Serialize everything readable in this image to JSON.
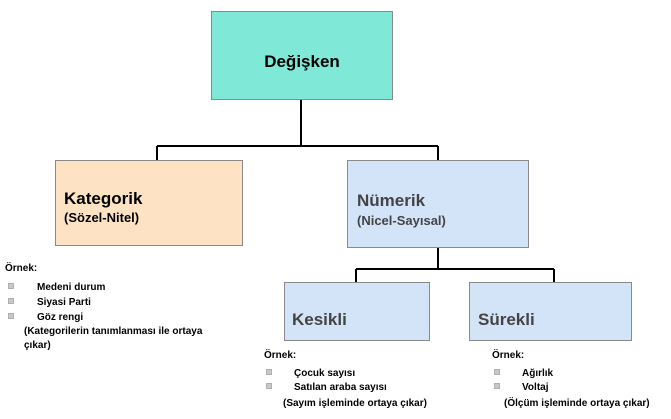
{
  "colors": {
    "root_fill": "#80e8d6",
    "categorical_fill": "#fde3c4",
    "numeric_fill": "#d3e3f8",
    "connector": "#000000"
  },
  "root": {
    "label": "Değişken"
  },
  "categorical": {
    "title": "Kategorik",
    "subtitle": "(Sözel-Nitel)",
    "example_label": "Örnek:",
    "examples": [
      "Medeni durum",
      "Siyasi Parti",
      "Göz rengi"
    ],
    "note_line1": "(Kategorilerin tanımlanması ile ortaya",
    "note_line2": "çıkar)"
  },
  "numeric": {
    "title": "Nümerik",
    "subtitle": "(Nicel-Sayısal)"
  },
  "discrete": {
    "title": "Kesikli",
    "example_label": "Örnek:",
    "examples": [
      "Çocuk sayısı",
      "Satılan araba sayısı"
    ],
    "note": "(Sayım işleminde ortaya çıkar)"
  },
  "continuous": {
    "title": "Sürekli",
    "example_label": "Örnek:",
    "examples": [
      "Ağırlık",
      "Voltaj"
    ],
    "note": "(Ölçüm işleminde ortaya çıkar)"
  }
}
